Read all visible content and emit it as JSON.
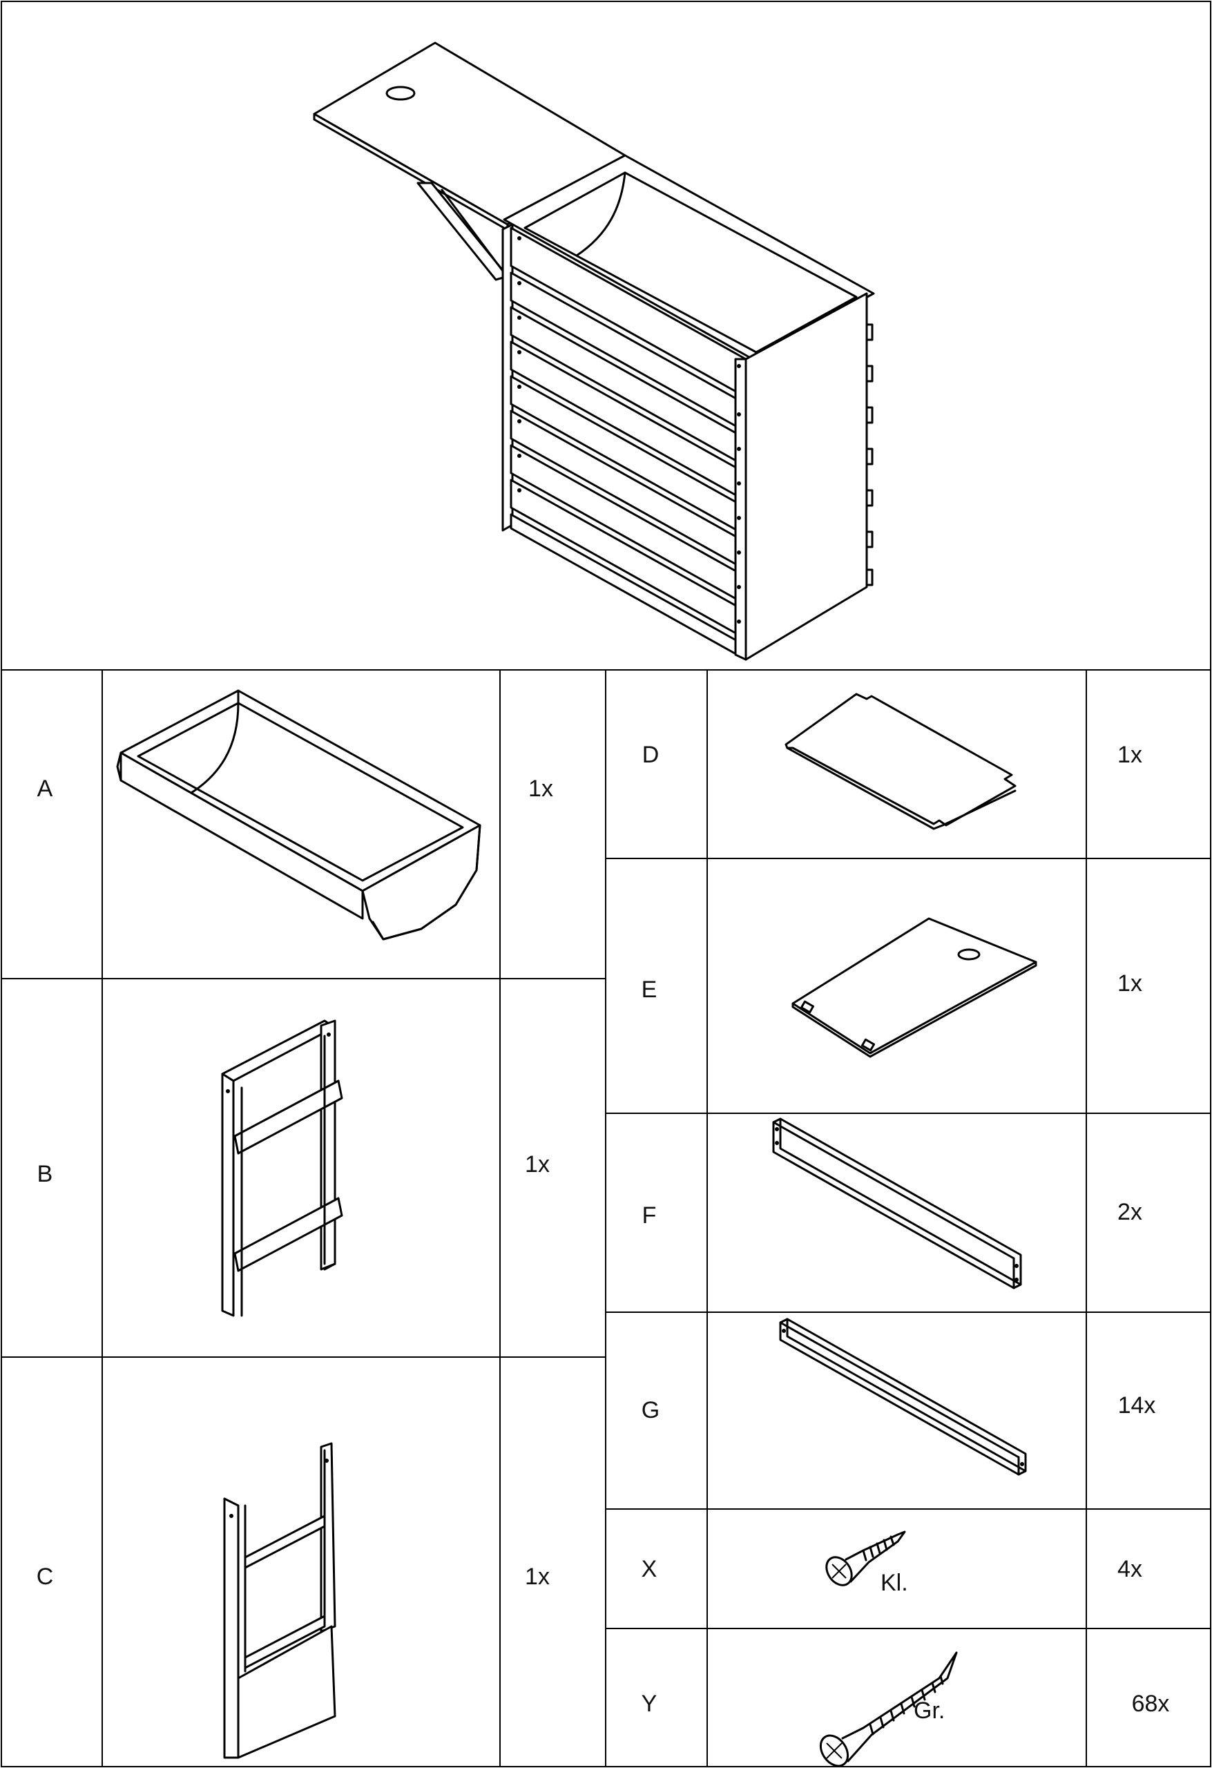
{
  "parts": [
    {
      "id": "A",
      "qty": "1x",
      "icon": "trough-insert"
    },
    {
      "id": "B",
      "qty": "1x",
      "icon": "side-frame-ladder"
    },
    {
      "id": "C",
      "qty": "1x",
      "icon": "side-frame-panel"
    },
    {
      "id": "D",
      "qty": "1x",
      "icon": "bottom-board"
    },
    {
      "id": "E",
      "qty": "1x",
      "icon": "lid-board"
    },
    {
      "id": "F",
      "qty": "2x",
      "icon": "wide-slat"
    },
    {
      "id": "G",
      "qty": "14x",
      "icon": "narrow-slat"
    },
    {
      "id": "X",
      "qty": "4x",
      "icon": "small-screw",
      "screw_label": "Kl."
    },
    {
      "id": "Y",
      "qty": "68x",
      "icon": "large-screw",
      "screw_label": "Gr."
    }
  ]
}
